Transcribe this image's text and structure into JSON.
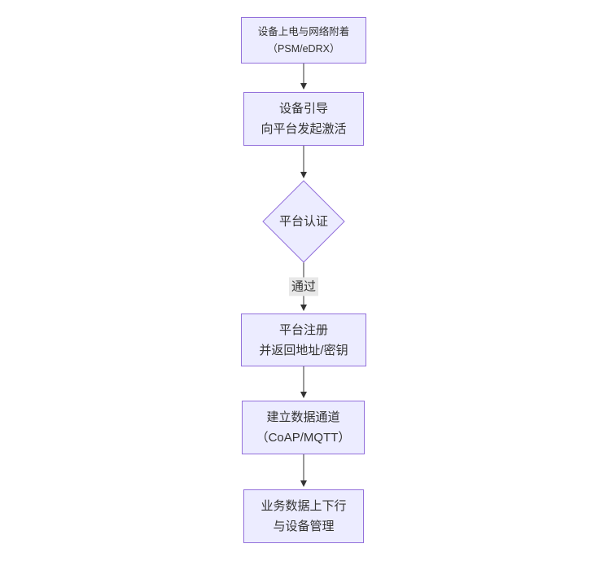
{
  "colors": {
    "background": "#ffffff",
    "node_fill": "#ececff",
    "node_border": "#9370db",
    "text": "#333333",
    "edge_line": "#333333",
    "edge_label_bg": "#e8e8e8"
  },
  "nodes": [
    {
      "id": "power-network-attach",
      "type": "process",
      "line1": "设备上电与网络附着",
      "line2": "（PSM/eDRX）"
    },
    {
      "id": "device-bootstrap",
      "type": "process",
      "line1": "设备引导",
      "line2": "向平台发起激活"
    },
    {
      "id": "platform-auth",
      "type": "decision",
      "label": "平台认证"
    },
    {
      "id": "platform-register",
      "type": "process",
      "line1": "平台注册",
      "line2": "并返回地址/密钥"
    },
    {
      "id": "data-channel",
      "type": "process",
      "line1": "建立数据通道",
      "line2": "（CoAP/MQTT）"
    },
    {
      "id": "business-data",
      "type": "process",
      "line1": "业务数据上下行",
      "line2": "与设备管理"
    }
  ],
  "edges": [
    {
      "from": "power-network-attach",
      "to": "device-bootstrap"
    },
    {
      "from": "device-bootstrap",
      "to": "platform-auth"
    },
    {
      "from": "platform-auth",
      "to": "platform-register",
      "label": "通过"
    },
    {
      "from": "platform-register",
      "to": "data-channel"
    },
    {
      "from": "data-channel",
      "to": "business-data"
    }
  ]
}
